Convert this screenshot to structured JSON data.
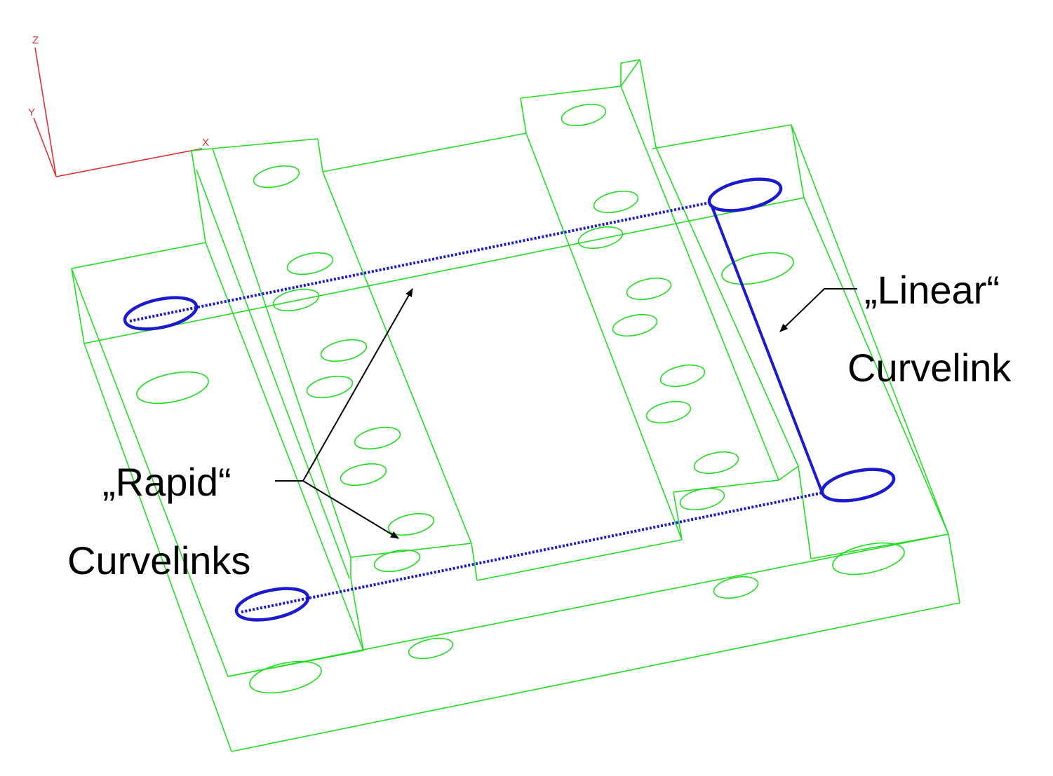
{
  "colors": {
    "wireframe": "#22dd22",
    "axis": "#e03030",
    "toolpath": "#1a1ad0",
    "annotation": "#000000"
  },
  "axes": {
    "z_label": "Z",
    "y_label": "Y",
    "x_label": "X"
  },
  "callouts": {
    "linear_line1": "„Linear“",
    "linear_line2": "Curvelink",
    "rapid_line1": "„Rapid“",
    "rapid_line2": "Curvelinks"
  }
}
